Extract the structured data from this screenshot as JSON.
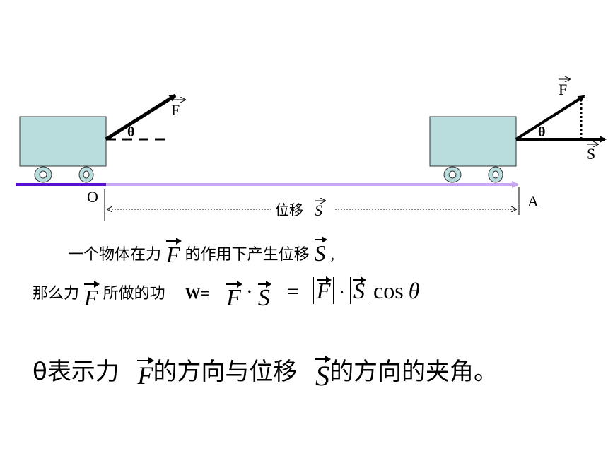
{
  "diagram": {
    "left_force_label": "F",
    "left_angle_label": "θ",
    "right_force_label": "F",
    "right_angle_label": "θ",
    "right_disp_label": "S",
    "origin_label": "O",
    "end_label": "A",
    "displacement_caption": "位移",
    "displacement_symbol": "S"
  },
  "text": {
    "line1_before": "一个物体在力",
    "line1_vec_f": "F",
    "line1_middle": "的作用下产生位移",
    "line1_vec_s": "S",
    "line1_comma": ",",
    "line2_before": "那么力",
    "line2_vec_f": "F",
    "line2_after": "所做的功",
    "formula_w": "W=",
    "formula_vec_f": "F",
    "formula_dot": "·",
    "formula_vec_s": "S",
    "formula_eq": "=",
    "formula_abs_f": "F",
    "formula_dot2": "·",
    "formula_abs_s": "S",
    "formula_cos": "cos",
    "formula_theta": "θ",
    "line3_theta": "θ",
    "line3_part1": "表示力",
    "line3_vec_f": "F",
    "line3_part2": "的方向与位移",
    "line3_vec_s": "S",
    "line3_part3": "的方向的夹角。"
  },
  "colors": {
    "cart_fill": "#b9dcdd",
    "track_dark": "#5b0fd0",
    "track_light": "#c9a7f2",
    "wheel_fill": "#b9dcdd"
  }
}
